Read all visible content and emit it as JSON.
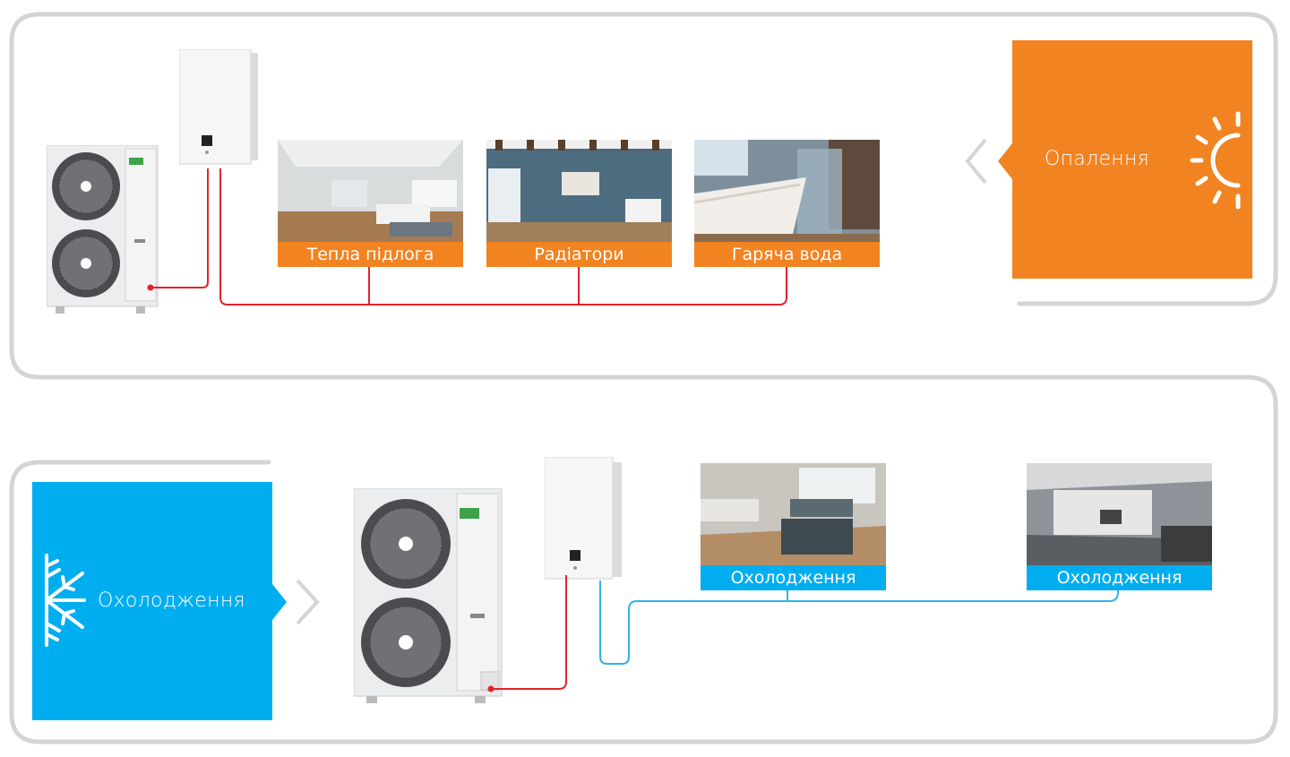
{
  "colors": {
    "heating_accent": "#F28321",
    "cooling_accent": "#00AEEF",
    "hot_pipe": "#E3232B",
    "cold_pipe": "#2FB3EA",
    "frame": "#D4D4D6"
  },
  "heating": {
    "mode_label": "Опалення",
    "mode_icon": "sun-icon",
    "rooms": [
      {
        "caption": "Тепла підлога",
        "scene": "living-room-floor"
      },
      {
        "caption": "Радіатори",
        "scene": "radiator-room"
      },
      {
        "caption": "Гаряча вода",
        "scene": "bathroom-bathtub"
      }
    ]
  },
  "cooling": {
    "mode_label": "Охолодження",
    "mode_icon": "snowflake-icon",
    "rooms": [
      {
        "caption": "Охолодження",
        "scene": "open-plan-living-room"
      },
      {
        "caption": "Охолодження",
        "scene": "modern-living-room"
      }
    ]
  }
}
